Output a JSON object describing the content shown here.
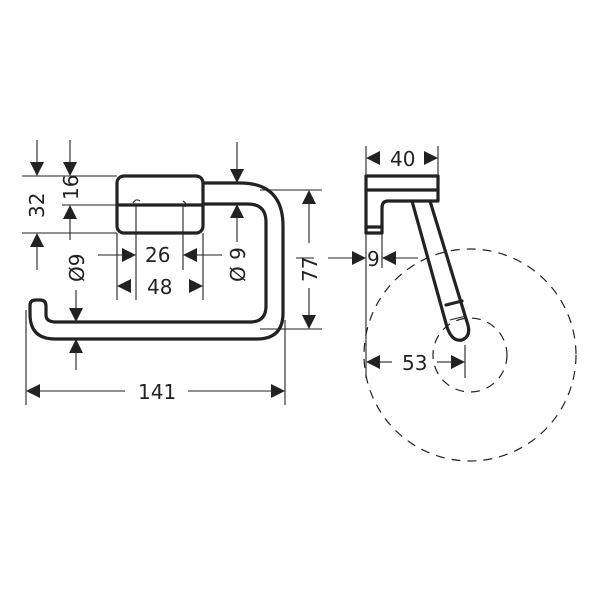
{
  "drawing": {
    "type": "technical dimension drawing",
    "subject": "toilet paper holder",
    "units": "mm",
    "colors": {
      "line": "#222222",
      "background": "#ffffff"
    }
  },
  "front_view": {
    "dimensions": {
      "height_total": "32",
      "height_upper": "16",
      "hole_spacing": "26",
      "base_width": "48",
      "rod_diameter_left": "Ø9",
      "rod_diameter_right": "Ø 9",
      "arm_height": "77",
      "overall_width": "141"
    }
  },
  "side_view": {
    "dimensions": {
      "depth": "40",
      "wall_offset": "9",
      "roll_center": "53"
    }
  }
}
